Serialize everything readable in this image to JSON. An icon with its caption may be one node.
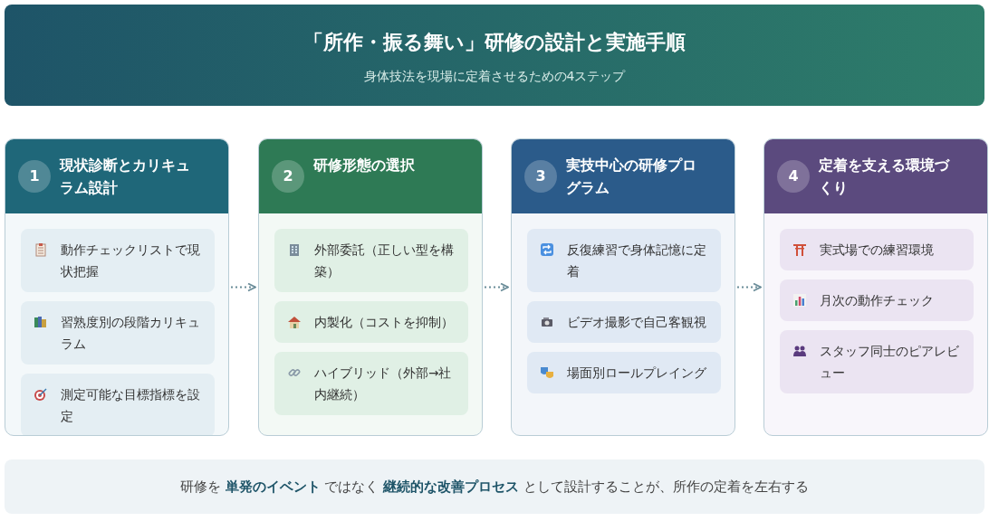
{
  "diagram": {
    "title": "「所作・振る舞い」研修の設計と実施手順",
    "nodes": [
      {
        "text": [
          "1",
          "現状診断とカリキュラム設計"
        ]
      },
      {
        "text": [
          "動作チェックリストで現状把握"
        ],
        "in": 0
      },
      {
        "text": [
          "習熟度別の段階カリキュラム"
        ],
        "in": 0
      },
      {
        "text": [
          "測定可能な目標指標を設定"
        ],
        "in": 0
      },
      {
        "text": [
          "2",
          "研修形態の選択"
        ]
      },
      {
        "text": [
          "外部委託（正しい型を構築）"
        ],
        "in": 4
      },
      {
        "text": [
          "内製化（コストを抑制）"
        ],
        "in": 4
      },
      {
        "text": [
          "ハイブリッド（外部→社内継続）"
        ],
        "in": 4
      },
      {
        "text": [
          "3",
          "実技中心の研修プログラム"
        ]
      },
      {
        "text": [
          "反復練習で身体記憶に定着"
        ],
        "in": 8
      },
      {
        "text": [
          "ビデオ撮影で自己客観視"
        ],
        "in": 8
      },
      {
        "text": [
          "場面別ロールプレイング"
        ],
        "in": 8
      },
      {
        "text": [
          "4",
          "定着を支える環境づくり"
        ]
      },
      {
        "text": [
          "実式場での練習環境"
        ],
        "in": 12
      },
      {
        "text": [
          "月次の動作チェック"
        ],
        "in": 12
      },
      {
        "text": [
          "スタッフ同士のピアレビュー"
        ],
        "in": 12
      }
    ],
    "edges": [
      {
        "from": 0,
        "to": 4,
        "arrow": "to",
        "style": "dashed"
      },
      {
        "from": 4,
        "to": 8,
        "arrow": "to",
        "style": "dashed"
      },
      {
        "from": 8,
        "to": 12,
        "arrow": "to",
        "style": "dashed"
      }
    ],
    "labels": [
      "身体技法を現場に定着させるための4ステップ",
      "研修を **単発のイベント** ではなく **継続的な改善プロセス** として設計することが、所作の定着を左右する"
    ]
  }
}
